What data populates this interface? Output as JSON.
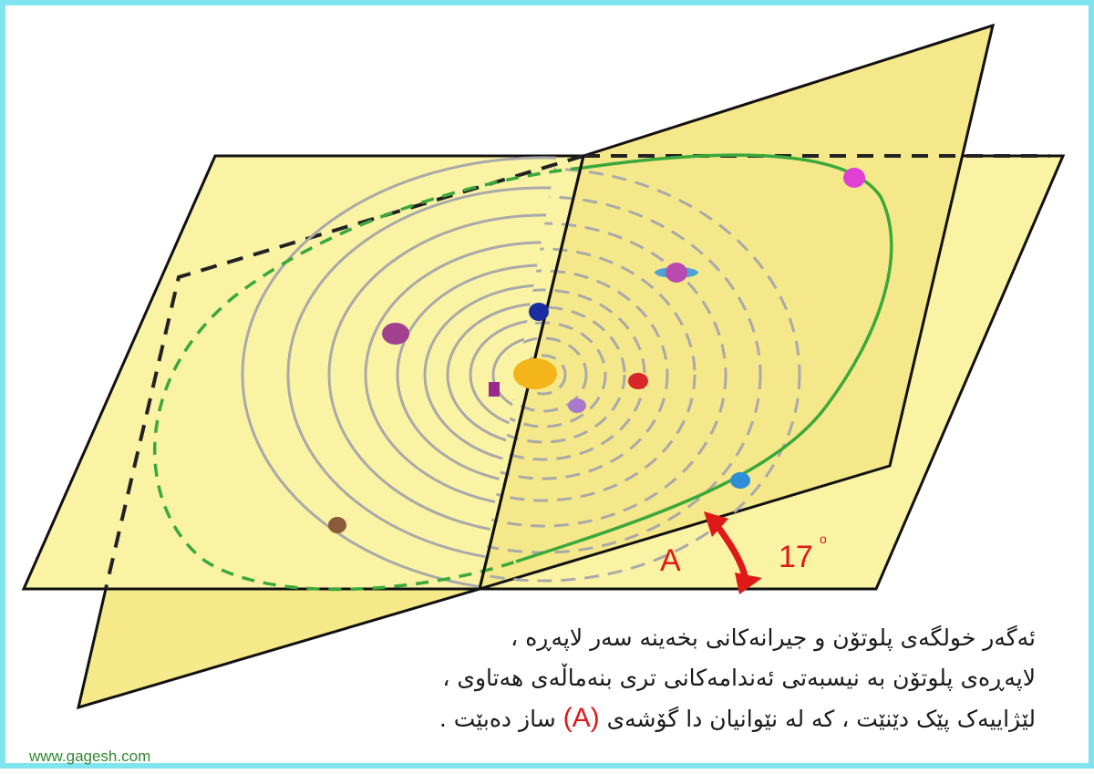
{
  "diagram": {
    "angle_label": "A",
    "angle_value": "17",
    "degree_mark": "o"
  },
  "caption": {
    "line1": "ئەگەر خولگەی پلوتۆن و جیرانەکانی بخەینە سەر لاپەڕە ،",
    "line2": "لاپەڕەی پلوتۆن بە نیسبەتی ئەندامەکانی تری بنەماڵەی هەتاوی ،",
    "line3_part1": "لێژاییەک پێک دێنێت ، کە لە نێوانیان دا گۆشەی",
    "line3_angle": "(A)",
    "line3_part2": "ساز دەبێت ."
  },
  "website": "www.gagesh.com",
  "colors": {
    "border": "#7fe4ee",
    "plane": "#f8ee92",
    "orbit": "#a9a9a9",
    "pluto_orbit": "#3aa83a",
    "angle": "#e01818"
  }
}
